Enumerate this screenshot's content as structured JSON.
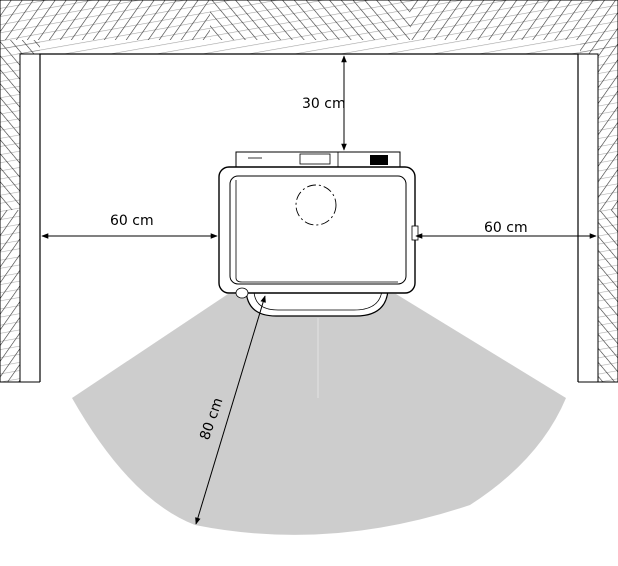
{
  "clearances": {
    "top": "30 cm",
    "left": "60 cm",
    "right": "60 cm",
    "front": "80 cm"
  },
  "colors": {
    "wall_fill": "#ffffff",
    "wall_hatch": "#333333",
    "floor_zone": "#c8c8c8",
    "line": "#000000"
  }
}
